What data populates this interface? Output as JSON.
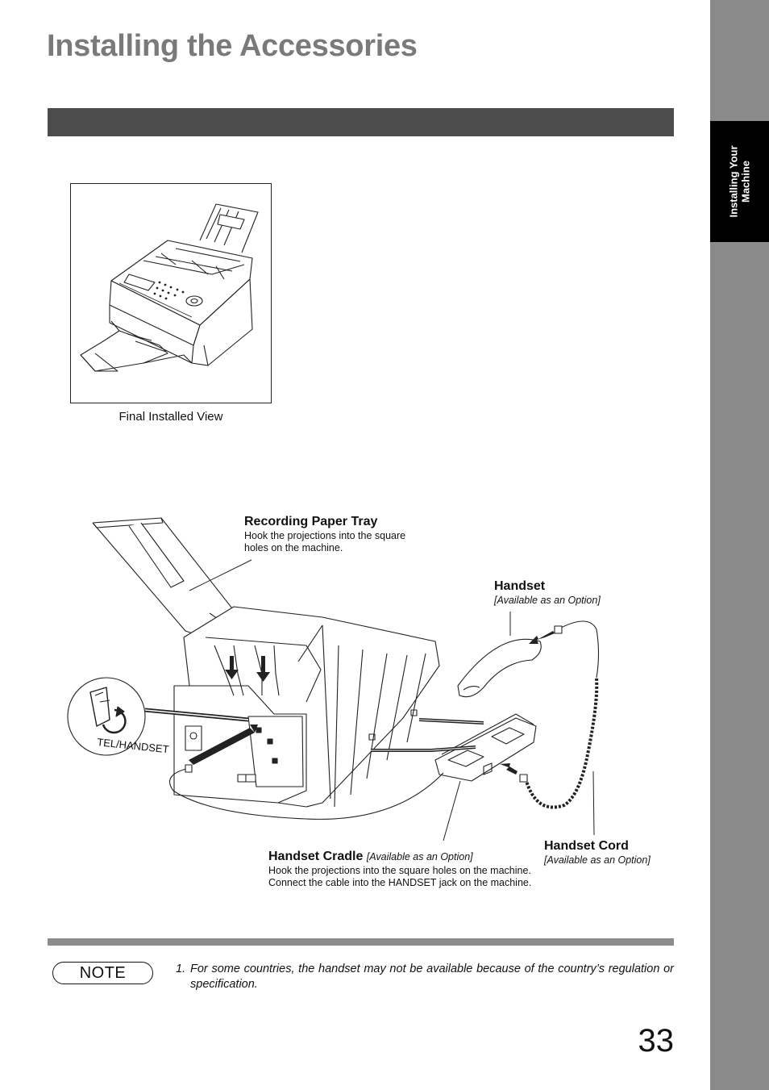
{
  "page": {
    "title": "Installing the Accessories",
    "side_tab": [
      "Installing Your",
      "Machine"
    ],
    "page_number": "33"
  },
  "figure1": {
    "caption": "Final Installed View"
  },
  "figure2": {
    "tel_handset_label": "TEL/HANDSET",
    "recording_paper_tray": {
      "title": "Recording Paper Tray",
      "desc": [
        "Hook the projections into the square",
        "holes on the machine."
      ]
    },
    "handset": {
      "title": "Handset",
      "note": "[Available as an Option]"
    },
    "handset_cradle": {
      "title": "Handset Cradle",
      "note": "[Available as an Option]",
      "desc": [
        "Hook the projections into the square holes on the machine.",
        "Connect the cable into the HANDSET jack on the machine."
      ]
    },
    "handset_cord": {
      "title": "Handset Cord",
      "note": "[Available as an Option]"
    }
  },
  "note": {
    "badge": "NOTE",
    "items": [
      {
        "num": "1.",
        "text": "For some countries, the handset may not be available because of the country’s regulation or specification."
      }
    ]
  }
}
